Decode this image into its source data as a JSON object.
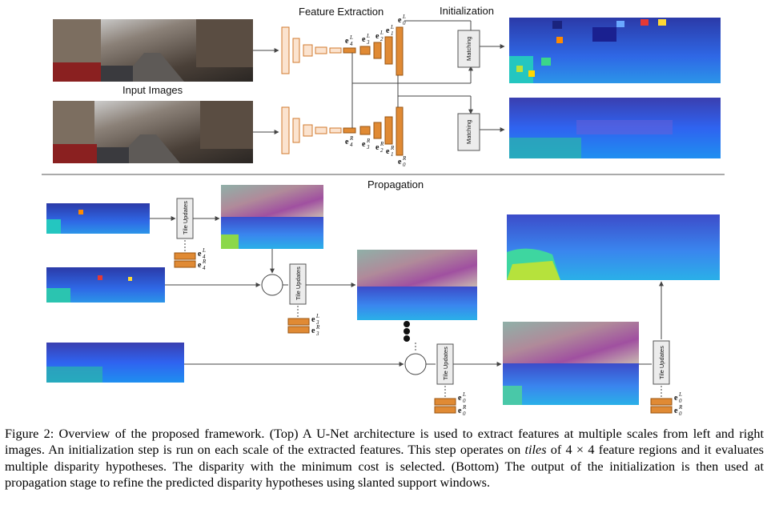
{
  "labels": {
    "feature_extraction": "Feature Extraction",
    "initialization": "Initialization",
    "input_images": "Input Images",
    "propagation": "Propagation",
    "matching": "Matching",
    "tile_updates": "Tile Updates"
  },
  "features_left": [
    "e",
    "L",
    "4",
    "3",
    "2",
    "1",
    "0"
  ],
  "caption": {
    "part1": "Figure 2: Overview of the proposed framework. (Top) A U-Net architecture is used to extract features at multiple scales from left and right images. An initialization step is run on each scale of the extracted features. This step operates on ",
    "tiles_word": "tiles",
    "part2": " of 4 × 4 feature regions and it evaluates multiple disparity hypotheses. The disparity with the minimum cost is selected. (Bottom) The output of the initialization is then used at propagation stage to refine the predicted disparity hypotheses using slanted support windows."
  },
  "colors": {
    "encoder_fill": "#fbe3cf",
    "encoder_stroke": "#d07a2e",
    "decoder_fill": "#e08a34",
    "decoder_stroke": "#9a5410",
    "box_fill": "#ececec",
    "disparity_blue": "#2f63f0"
  }
}
